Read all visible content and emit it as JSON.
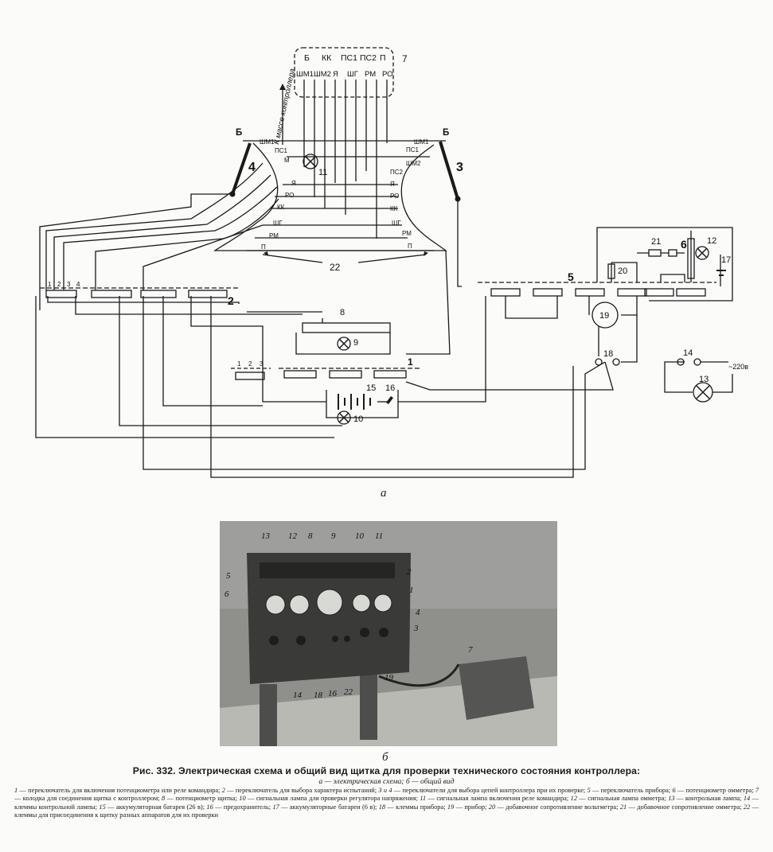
{
  "schematic": {
    "connector_top_labels": [
      "Б",
      "КК",
      "ПС1",
      "ПС2",
      "П"
    ],
    "connector_bottom_labels": [
      "ШМ1",
      "ШМ2",
      "Я",
      "ШГ",
      "РМ",
      "РО"
    ],
    "connector_number": "7",
    "ground_label": "К массе контроллера",
    "drum_left_labels": [
      "ШМ1",
      "ПС1",
      "М",
      "Я",
      "РО",
      "КК",
      "ШГ",
      "РМ",
      "П"
    ],
    "drum_right_labels": [
      "ШМ1",
      "ПС1",
      "ШМ2",
      "ПС2",
      "Я",
      "РО",
      "КК",
      "ШГ",
      "РМ",
      "П"
    ],
    "b_label": "Б",
    "lever_left": "4",
    "lever_right": "3",
    "lamp_11": "11",
    "terminals_22": "22",
    "switch_2": "2",
    "switch_1": "1",
    "switch_5": "5",
    "pot_8": "8",
    "lamp_9": "9",
    "battery_15": "15",
    "fuse_16": "16",
    "lamp_10": "10",
    "meter_19": "19",
    "terminals_18": "18",
    "resistor_20": "20",
    "resistor_21": "21",
    "pot_6": "6",
    "lamp_12": "12",
    "battery_17": "17",
    "terminal_14": "14",
    "lamp_13": "13",
    "supply_label": "~220в",
    "sw2_contacts": [
      "1",
      "2",
      "3",
      "4"
    ],
    "sw_left_small_contacts": [
      "1",
      "2",
      "3"
    ]
  },
  "photo": {
    "labels": [
      "13",
      "12",
      "8",
      "9",
      "10",
      "11",
      "2",
      "5",
      "1",
      "6",
      "4",
      "3",
      "7",
      "14",
      "18",
      "16",
      "22",
      "19"
    ]
  },
  "subcaption_a": "а",
  "subcaption_b": "б",
  "caption": {
    "title": "Рис. 332. Электрическая схема и общий вид щитка для проверки технического состояния контроллера:",
    "subtitle": "а — электрическая схема; б — общий вид",
    "legend": [
      {
        "num": "1",
        "text": "переключатель для включения потенциометра или реле командира;"
      },
      {
        "num": "2",
        "text": "переключатель для выбора характера испытаний;"
      },
      {
        "num": "3 и 4",
        "text": "переключатели для выбора цепей контроллера при их проверке;"
      },
      {
        "num": "5",
        "text": "переключатель прибора;"
      },
      {
        "num": "6",
        "text": "потенциометр омметра;"
      },
      {
        "num": "7",
        "text": "колодка для соединения щитка с контроллером;"
      },
      {
        "num": "8",
        "text": "потенциометр щитка;"
      },
      {
        "num": "10",
        "text": "сигнальная лампа для проверки регулятора напряжения;"
      },
      {
        "num": "11",
        "text": "сигнальная лампа включения реле командира;"
      },
      {
        "num": "12",
        "text": "сигнальная лампа омметра;"
      },
      {
        "num": "13",
        "text": "контрольная лампа;"
      },
      {
        "num": "14",
        "text": "клеммы контрольной лампы;"
      },
      {
        "num": "15",
        "text": "аккумуляторная батарея (26 в);"
      },
      {
        "num": "16",
        "text": "предохранитель;"
      },
      {
        "num": "17",
        "text": "аккумуляторные батареи (6 в);"
      },
      {
        "num": "18",
        "text": "клеммы прибора;"
      },
      {
        "num": "19",
        "text": "прибор;"
      },
      {
        "num": "20",
        "text": "добавочное сопротивление вольтметра;"
      },
      {
        "num": "21",
        "text": "добавочное сопротивление омметра;"
      },
      {
        "num": "22",
        "text": "клеммы для присоединения к щитку разных аппаратов для их проверки"
      }
    ]
  }
}
